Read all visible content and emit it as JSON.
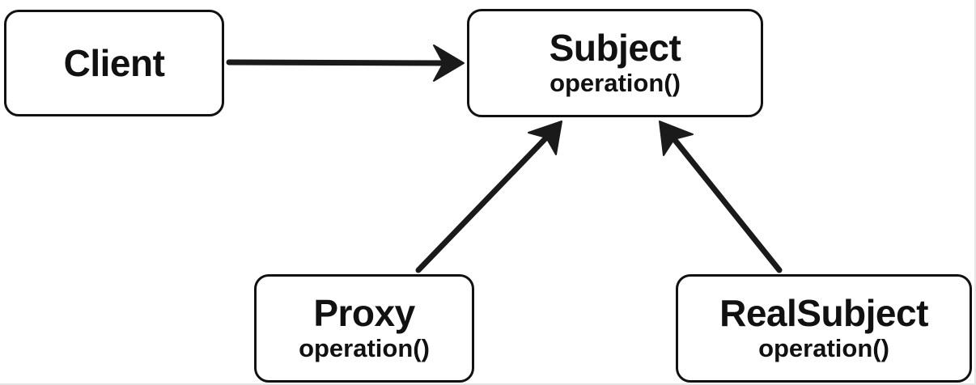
{
  "diagram": {
    "nodes": {
      "client": {
        "title": "Client"
      },
      "subject": {
        "title": "Subject",
        "method": "operation()"
      },
      "proxy": {
        "title": "Proxy",
        "method": "operation()"
      },
      "real_subject": {
        "title": "RealSubject",
        "method": "operation()"
      }
    },
    "edges": [
      {
        "from": "Client",
        "to": "Subject",
        "style": "arrow"
      },
      {
        "from": "Proxy",
        "to": "Subject",
        "style": "arrow"
      },
      {
        "from": "RealSubject",
        "to": "Subject",
        "style": "arrow"
      }
    ],
    "colors": {
      "stroke": "#111111",
      "background": "#ffffff"
    }
  }
}
